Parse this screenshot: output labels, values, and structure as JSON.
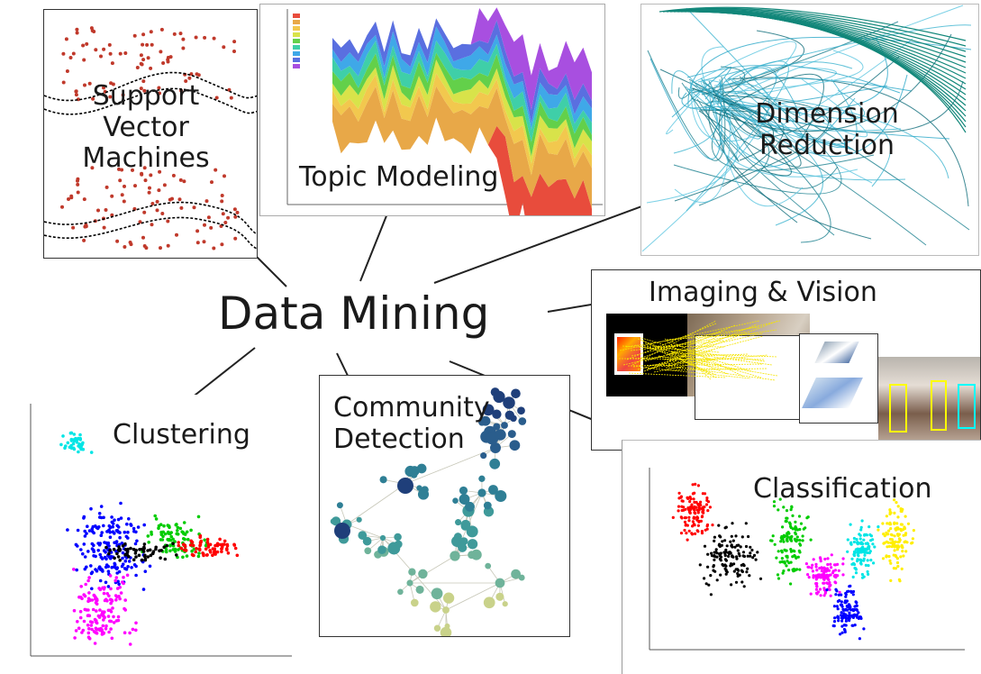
{
  "center": {
    "title": "Data Mining"
  },
  "topics": {
    "svm": {
      "line1": "Support",
      "line2": "Vector",
      "line3": "Machines"
    },
    "topic_modeling": {
      "label": "Topic Modeling"
    },
    "dimension_reduction": {
      "line1": "Dimension",
      "line2": "Reduction"
    },
    "imaging": {
      "label": "Imaging & Vision"
    },
    "clustering": {
      "label": "Clustering"
    },
    "community": {
      "line1": "Community",
      "line2": "Detection"
    },
    "classification": {
      "label": "Classification"
    }
  },
  "colors": {
    "line": "#222222",
    "frame": "#333333",
    "clusters": [
      "#ff0000",
      "#000000",
      "#00cc00",
      "#ff00ff",
      "#00e5e5",
      "#ffee00",
      "#0000ff"
    ],
    "streams": [
      "#e84c3c",
      "#e8a848",
      "#f2c84e",
      "#d8e34a",
      "#63d04a",
      "#3fcfa8",
      "#3fa8e8",
      "#5a6fe0",
      "#a84fe0"
    ]
  }
}
